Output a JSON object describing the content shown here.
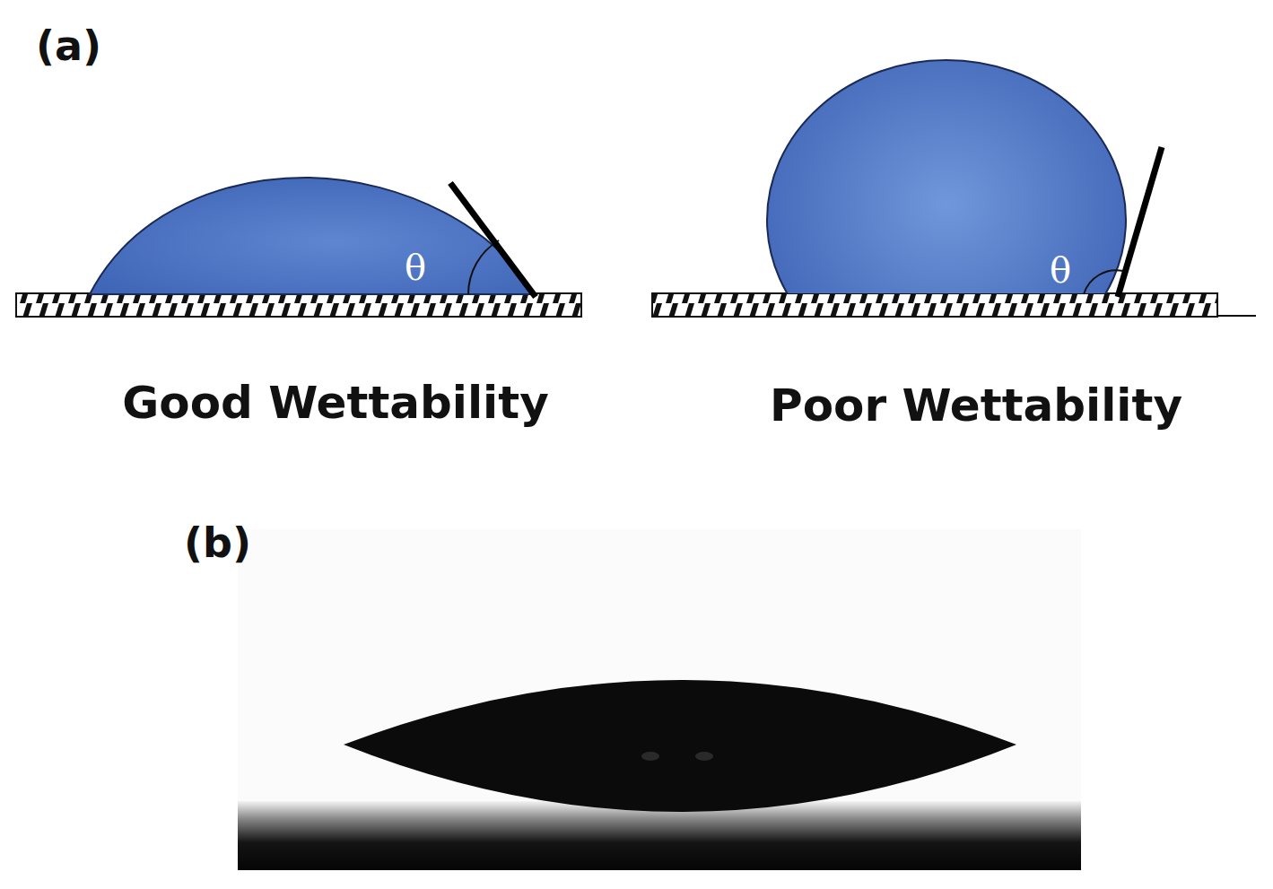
{
  "diagram": {
    "labels": [
      "(a)",
      "θ",
      "Good Wettability",
      "θ",
      "Poor Wettability",
      "(b)"
    ]
  }
}
